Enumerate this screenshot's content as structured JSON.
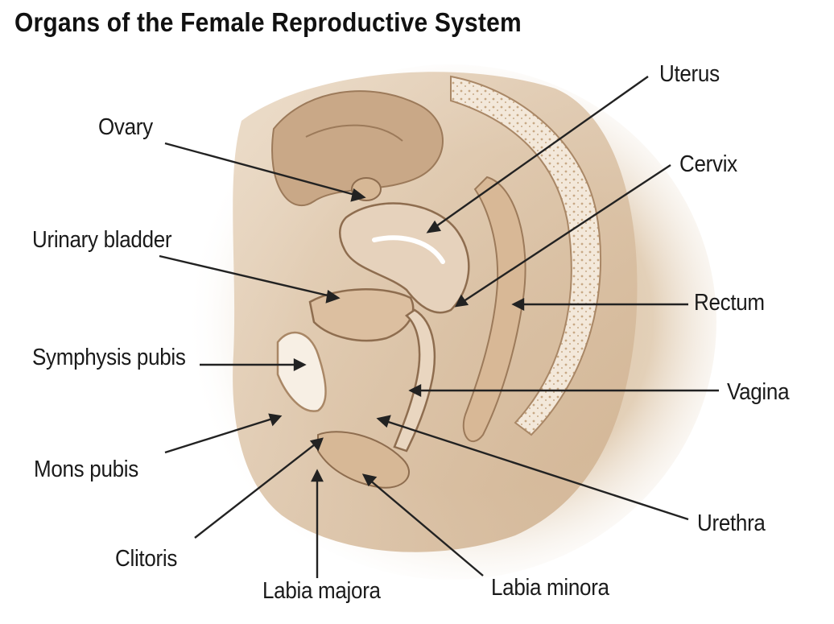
{
  "title": "Organs of the Female Reproductive System",
  "labels": {
    "uterus": "Uterus",
    "ovary": "Ovary",
    "cervix": "Cervix",
    "urinary_bladder": "Urinary bladder",
    "rectum": "Rectum",
    "symphysis_pubis": "Symphysis pubis",
    "vagina": "Vagina",
    "mons_pubis": "Mons pubis",
    "urethra": "Urethra",
    "clitoris": "Clitoris",
    "labia_majora": "Labia majora",
    "labia_minora": "Labia minora"
  },
  "colors": {
    "tissue_light": "#f0e4d4",
    "tissue_mid": "#d9c0a2",
    "tissue_dark": "#a98766",
    "line": "#222222"
  }
}
